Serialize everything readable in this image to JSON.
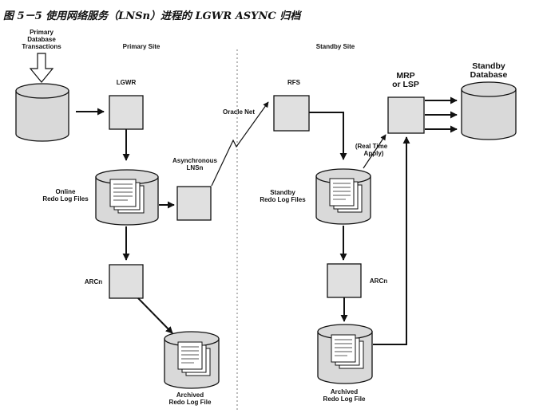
{
  "caption": "图 5－5  使用网络服务（LNSn）进程的 LGWR ASYNC 归档",
  "labels": {
    "primary_db_transactions": [
      "Primary",
      "Database",
      "Transactions"
    ],
    "primary_site": "Primary Site",
    "standby_site": "Standby Site",
    "lgwr": "LGWR",
    "online_redo": [
      "Online",
      "Redo Log Files"
    ],
    "async_lnsn": [
      "Asynchronous",
      "LNSn"
    ],
    "oracle_net": "Oracle Net",
    "rfs": "RFS",
    "mrp_lsp": [
      "MRP",
      "or LSP"
    ],
    "standby_database": [
      "Standby",
      "Database"
    ],
    "real_time_apply": [
      "(Real Time",
      "Apply)"
    ],
    "standby_redo": [
      "Standby",
      "Redo Log Files"
    ],
    "arcn_primary": "ARCn",
    "arcn_standby": "ARCn",
    "archived_primary": [
      "Archived",
      "Redo Log File"
    ],
    "archived_standby": [
      "Archived",
      "Redo Log File"
    ]
  }
}
